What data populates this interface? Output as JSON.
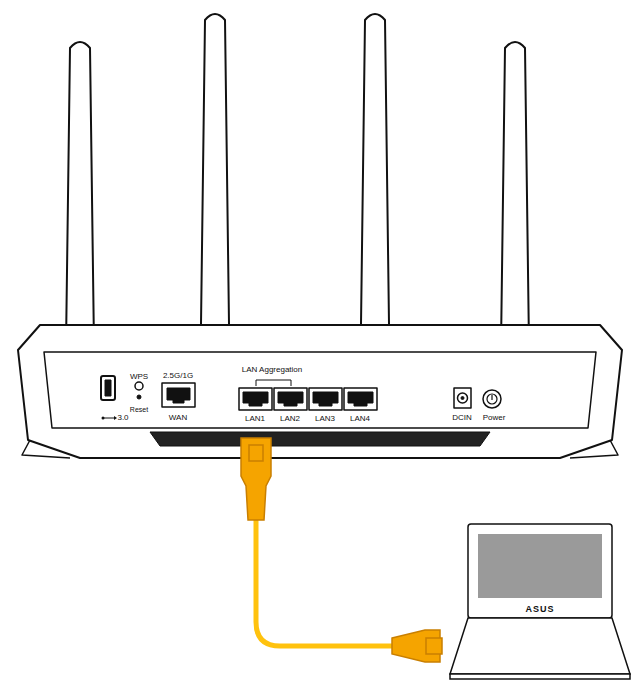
{
  "diagram": {
    "labels": [
      "WPS",
      "Reset",
      "2.5G/1G",
      "WAN",
      "LAN Aggregation",
      "LAN1",
      "LAN2",
      "LAN3",
      "LAN4",
      "DCIN",
      "Power",
      "3.0",
      "ASUS"
    ]
  }
}
